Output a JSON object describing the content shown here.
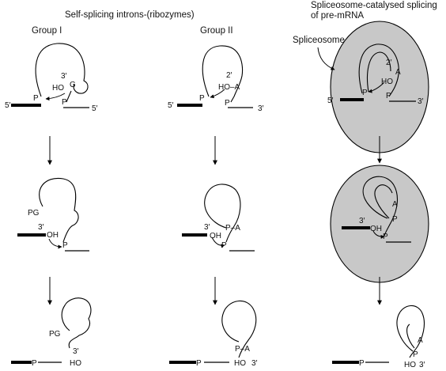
{
  "headers": {
    "self_splicing": "Self-splicing introns-(ribozymes)",
    "spliceosome_line1": "Spliceosome-catalysed splicing",
    "spliceosome_line2": "of pre-mRNA",
    "group1": "Group I",
    "group2": "Group II",
    "spliceosome_label": "Spliceosome"
  },
  "group1": {
    "step1": {
      "three_prime": "3′",
      "ho": "HO",
      "g": "G",
      "p_left": "P",
      "p_right": "P",
      "five_left": "5′",
      "five_right": "5′"
    },
    "step2": {
      "pg": "PG",
      "three_prime": "3′",
      "oh": "OH",
      "p": "P"
    },
    "step3": {
      "pg": "PG",
      "three_prime": "3′",
      "ho": "HO",
      "p": "P"
    }
  },
  "group2": {
    "step1": {
      "two_prime": "2′",
      "ho_a": "HO–A",
      "p_left": "P",
      "p_right": "P",
      "five": "5′",
      "three": "3′"
    },
    "step2": {
      "three_prime": "3′",
      "pa": "P–A",
      "oh": "OH",
      "p": "P"
    },
    "step3": {
      "pa": "P–A",
      "p": "P",
      "ho": "HO",
      "three_prime": "3′"
    }
  },
  "spliceosome": {
    "step1": {
      "two_prime": "2′",
      "a": "A",
      "ho": "HO",
      "p_left": "P",
      "p_right": "P",
      "five": "5′",
      "three": "3′"
    },
    "step2": {
      "a": "A",
      "p_top": "P",
      "three_prime": "3′",
      "oh": "OH",
      "p": "P"
    },
    "step3": {
      "a": "A",
      "p_top": "P",
      "ho": "HO",
      "three_prime": "3′",
      "p": "P"
    }
  },
  "colors": {
    "spliceosome_fill": "#c8c8c8",
    "ink": "#000000"
  }
}
